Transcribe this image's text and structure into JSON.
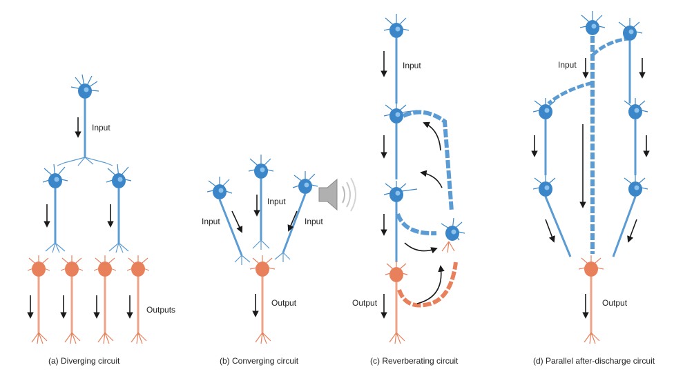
{
  "colors": {
    "blue": "#3a86c8",
    "blue_light": "#8cc2ec",
    "orange": "#e8805c",
    "orange_light": "#f3b69c",
    "arrow": "#1a1a1a"
  },
  "icons": {
    "speaker": "speaker-icon"
  },
  "diverging": {
    "input": "Input",
    "outputs": "Outputs",
    "caption": "(a) Diverging circuit"
  },
  "converging": {
    "input_left": "Input",
    "input_mid": "Input",
    "input_right": "Input",
    "output": "Output",
    "caption": "(b) Converging circuit"
  },
  "reverberating": {
    "input": "Input",
    "output": "Output",
    "caption": "(c) Reverberating circuit"
  },
  "parallel": {
    "input": "Input",
    "output": "Output",
    "caption": "(d) Parallel after-discharge circuit"
  }
}
